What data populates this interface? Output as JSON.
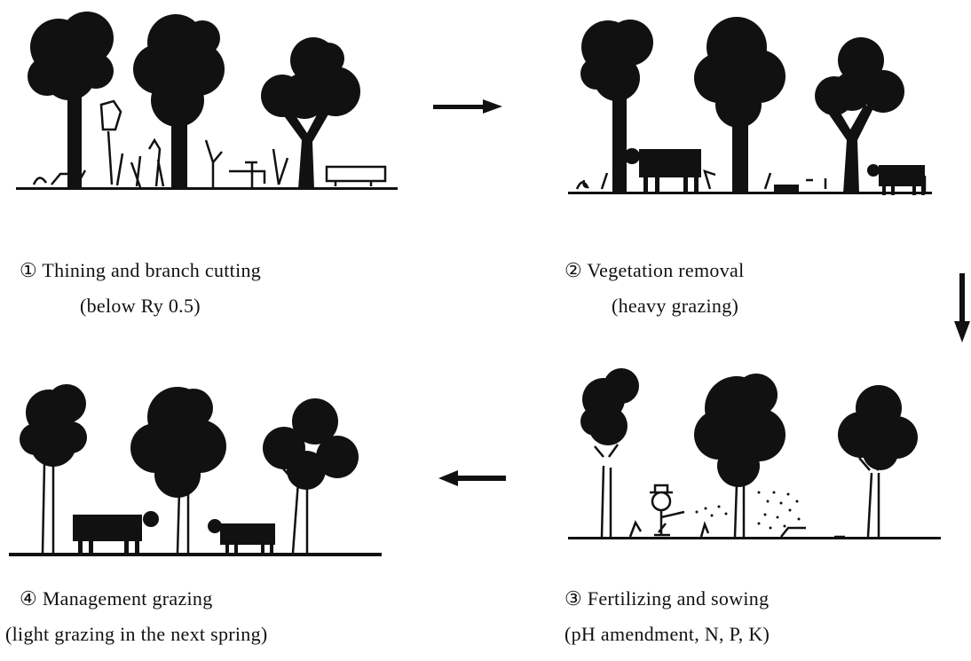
{
  "steps": [
    {
      "title": "① Thining and branch cutting",
      "subtitle": "(below Ry 0.5)"
    },
    {
      "title": "② Vegetation removal",
      "subtitle": "(heavy grazing)"
    },
    {
      "title": "③ Fertilizing and sowing",
      "subtitle": "(pH amendment, N, P, K)"
    },
    {
      "title": "④ Management grazing",
      "subtitle": "(light grazing in the next spring)"
    }
  ],
  "colors": {
    "ink": "#111111",
    "background": "#ffffff"
  },
  "arrows": [
    "right",
    "down",
    "left"
  ]
}
